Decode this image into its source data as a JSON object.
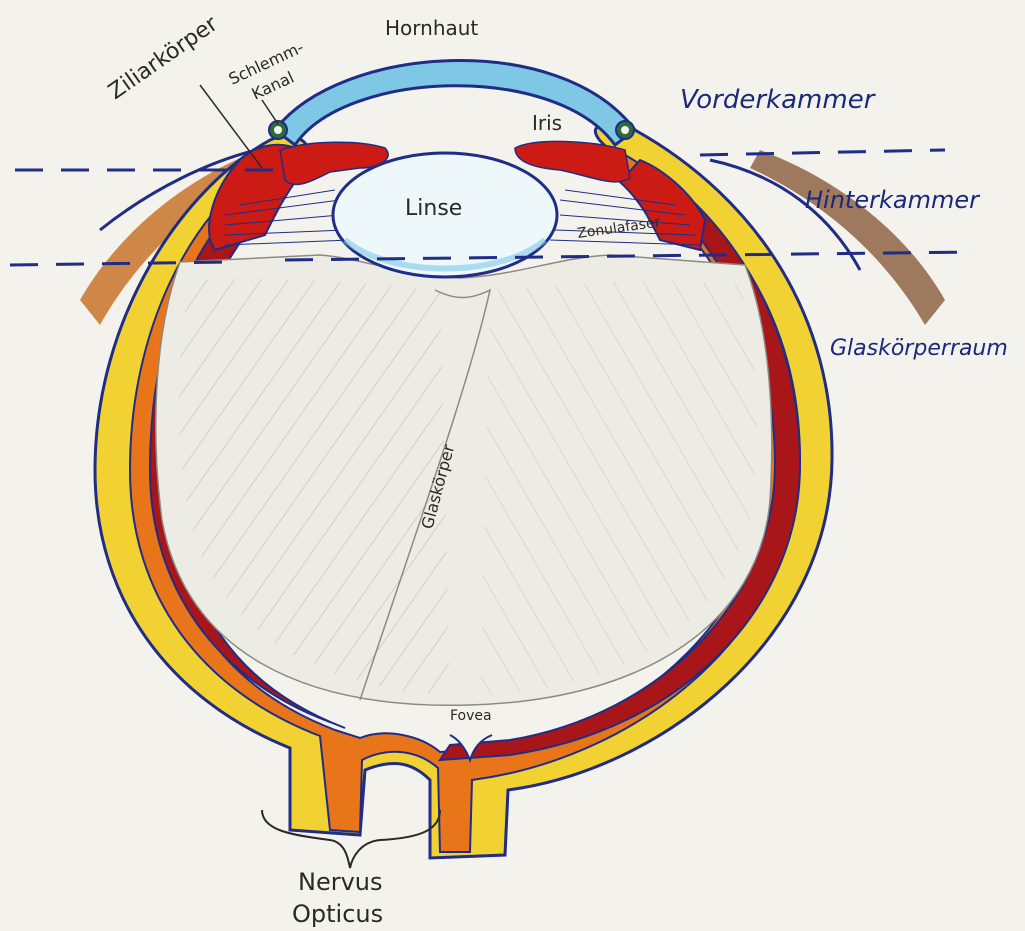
{
  "labels": {
    "hornhaut": "Hornhaut",
    "ziliarkoerper": "Ziliarkörper",
    "schlemm_1": "Schlemm-",
    "schlemm_2": "Kanal",
    "iris": "Iris",
    "linse": "Linse",
    "zonulafaser": "Zonulafaser",
    "glaskoerper": "Glaskörper",
    "fovea": "Fovea",
    "nervus": "Nervus",
    "opticus": "Opticus"
  },
  "regions": {
    "vorderkammer": "Vorderkammer",
    "hinterkammer": "Hinterkammer",
    "glaskoerperraum": "Glaskörperraum"
  },
  "colors": {
    "paper": "#f4f2ec",
    "sclera": "#f2d233",
    "choroid": "#e8751a",
    "retina": "#b01818",
    "cornea": "#7ec8e6",
    "outline": "#1f2d86",
    "iris": "#cc1a14",
    "pencil": "#8d8a80"
  }
}
